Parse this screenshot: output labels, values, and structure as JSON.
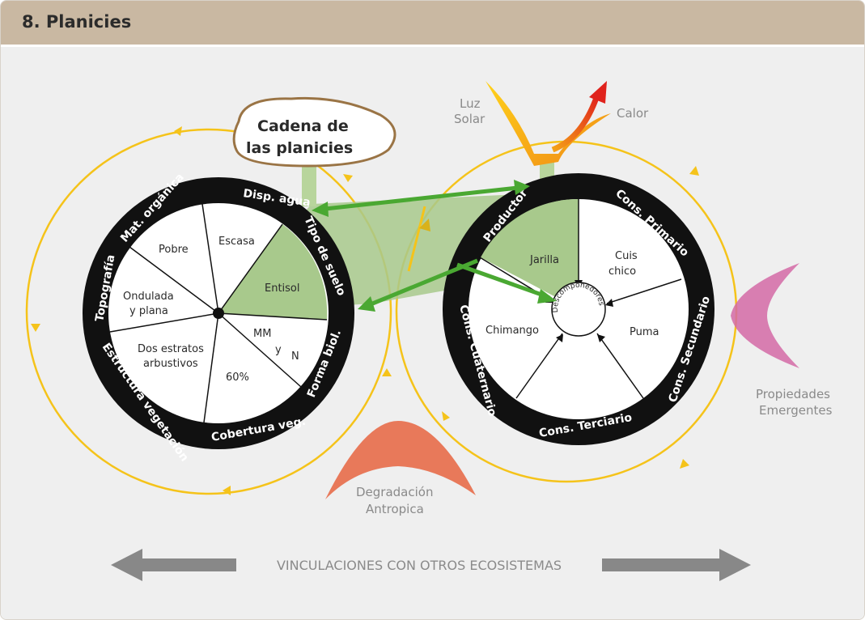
{
  "header": {
    "title": "8. Planicies"
  },
  "chain_label": {
    "line1": "Cadena de",
    "line2": "las planicies"
  },
  "sun": {
    "light_line1": "Luz",
    "light_line2": "Solar",
    "heat": "Calor"
  },
  "left_wheel": {
    "rim": {
      "top": "Disp. agua",
      "top_left": "Mat. orgánica",
      "left": "Topografía",
      "bottom_left": "Estructura vegetación",
      "bottom": "Cobertura veg.",
      "right_lower": "Forma biol.",
      "right_upper": "Tipo de suelo"
    },
    "segments": {
      "pobre": "Pobre",
      "escasa": "Escasa",
      "entisol": "Entisol",
      "ondulada_1": "Ondulada",
      "ondulada_2": "y plana",
      "estratos_1": "Dos estratos",
      "estratos_2": "arbustivos",
      "cobertura": "60%",
      "mm": "MM",
      "y": "y",
      "n": "N"
    }
  },
  "right_wheel": {
    "rim": {
      "productor": "Productor",
      "cons_primario": "Cons. Primario",
      "cons_secundario": "Cons. Secundario",
      "cons_terciario": "Cons. Terciario",
      "cons_cuaternario": "Cons. Cuaternario"
    },
    "segments": {
      "jarilla": "Jarilla",
      "cuis_1": "Cuis",
      "cuis_2": "chico",
      "puma": "Puma",
      "chimango": "Chimango"
    },
    "hub": "Descomponedores"
  },
  "degradation": {
    "line1": "Degradación",
    "line2": "Antropica"
  },
  "emergent": {
    "line1": "Propiedades",
    "line2": "Emergentes"
  },
  "links": {
    "label": "VINCULACIONES  CON  OTROS  ECOSISTEMAS"
  },
  "colors": {
    "header": "#c9b8a2",
    "cycle": "#f5c31a",
    "green_arrow": "#4aa832",
    "green_fill": "#a8c98c",
    "wheel_rim": "#111111",
    "degradation": "#e8795a",
    "emergent": "#d46aa6",
    "links_arrow": "#888888"
  }
}
